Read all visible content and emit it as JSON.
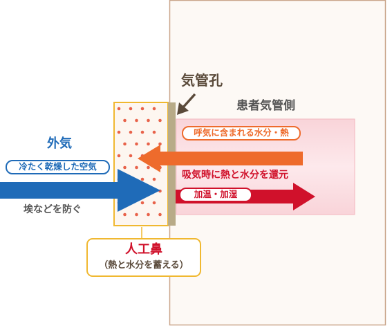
{
  "labels": {
    "tracheal_hole": "気管孔",
    "patient_side": "患者気管側",
    "outside_air": "外気",
    "cold_dry_air": "冷たく乾燥した空気",
    "prevent_dust": "埃などを防ぐ",
    "exhale_moisture": "呼気に含まれる水分・熱",
    "inhale_return": "吸気時に熱と水分を還元",
    "warm_humid": "加温・加湿",
    "artificial_nose": "人工鼻",
    "artificial_nose_sub": "（熱と水分を蓄える）"
  },
  "colors": {
    "wall_border": "#c9a58a",
    "wall_fill": "#fdf9f5",
    "trachea_fill": "#fbe0e3",
    "hme_border": "#f0b830",
    "hme_dots": "#e8624a",
    "hme_fill": "#fdf6f0",
    "valve": "#b8ab88",
    "blue": "#1f6bb8",
    "orange": "#ee6b2c",
    "red": "#d0112b",
    "label_brown": "#5a4a3a",
    "label_gray": "#555555"
  }
}
